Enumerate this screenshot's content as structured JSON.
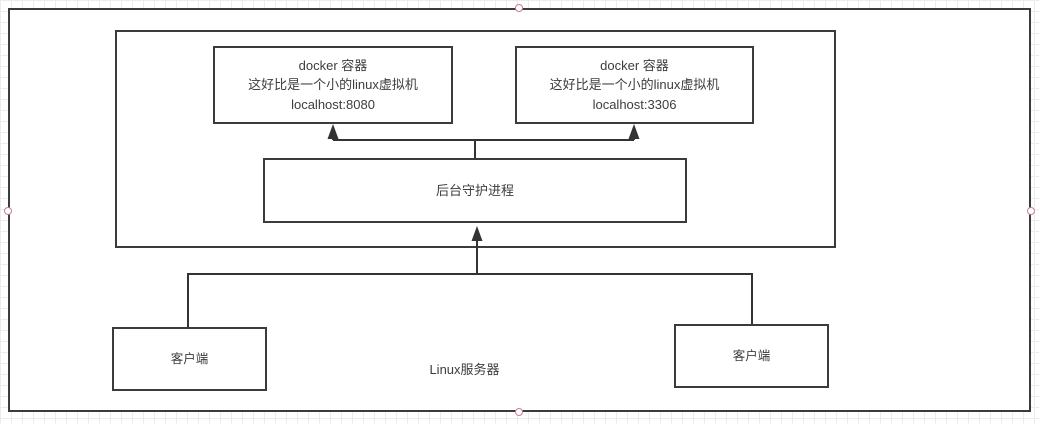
{
  "diagram": {
    "containers": [
      {
        "title": "docker 容器",
        "subtitle": "这好比是一个小的linux虚拟机",
        "address": "localhost:8080"
      },
      {
        "title": "docker 容器",
        "subtitle": "这好比是一个小的linux虚拟机",
        "address": "localhost:3306"
      }
    ],
    "daemon": {
      "label": "后台守护进程"
    },
    "clients": [
      {
        "label": "客户端"
      },
      {
        "label": "客户端"
      }
    ],
    "server_label": "Linux服务器",
    "colors": {
      "box_border": "#3b3b3b",
      "text": "#3d3d3d",
      "arrow": "#333333",
      "selection_handle_stroke": "#c9808f",
      "grid_line": "#ececec",
      "background": "#ffffff"
    }
  }
}
